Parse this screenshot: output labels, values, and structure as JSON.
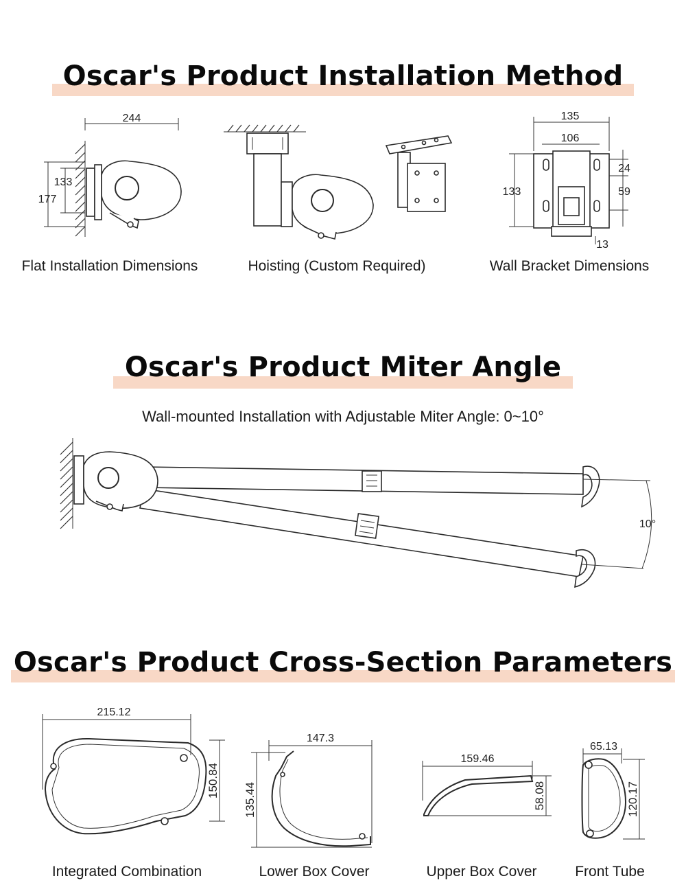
{
  "sections": {
    "installation": {
      "title": "Oscar's Product Installation Method",
      "figures": {
        "flat": {
          "caption": "Flat Installation Dimensions",
          "dims": {
            "width": "244",
            "inner_height": "133",
            "outer_height": "177"
          }
        },
        "hoisting": {
          "caption": "Hoisting (Custom Required)"
        },
        "bracket": {
          "caption": "Wall Bracket Dimensions",
          "dims": {
            "outer_width": "135",
            "inner_width": "106",
            "height": "133",
            "top_gap": "24",
            "mid_gap": "59",
            "bottom": "13"
          }
        }
      }
    },
    "miter": {
      "title": "Oscar's Product Miter Angle",
      "subtitle": "Wall-mounted Installation with Adjustable Miter Angle: 0~10°",
      "angle_label": "10°"
    },
    "cross_section": {
      "title": "Oscar's Product Cross-Section Parameters",
      "figures": {
        "integrated": {
          "caption": "Integrated Combination",
          "width": "215.12",
          "height": "150.84"
        },
        "lower": {
          "caption": "Lower Box Cover",
          "width": "147.3",
          "height": "135.44"
        },
        "upper": {
          "caption": "Upper Box Cover",
          "width": "159.46",
          "height": "58.08"
        },
        "front": {
          "caption": "Front Tube",
          "width": "65.13",
          "height": "120.17"
        }
      }
    }
  }
}
